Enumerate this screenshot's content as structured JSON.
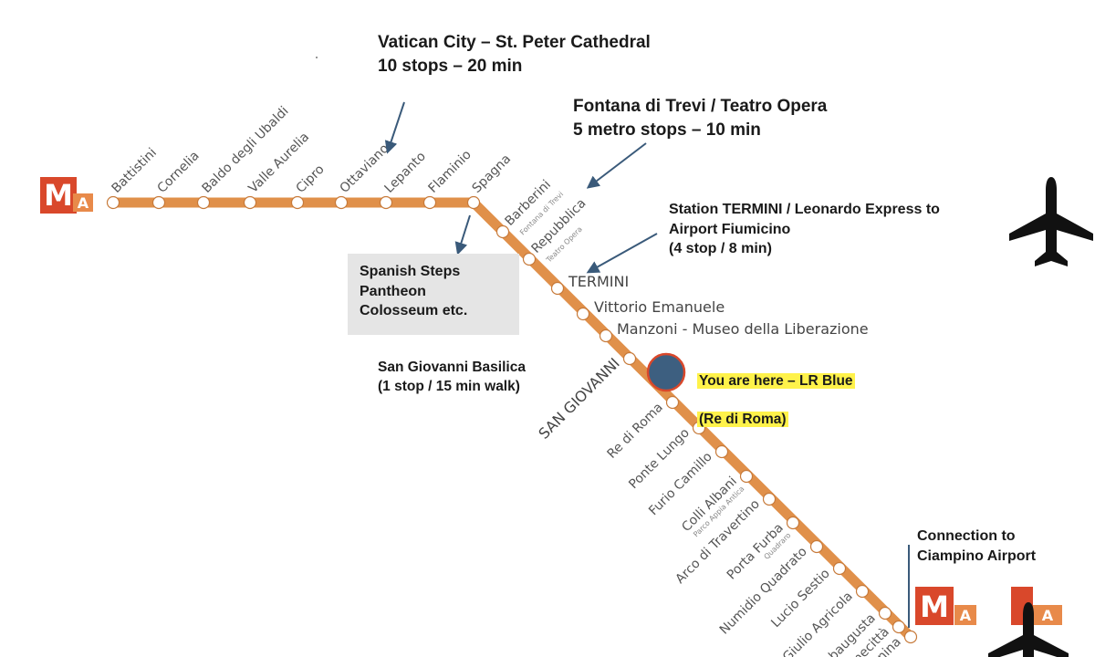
{
  "line": {
    "color": "#e0904a",
    "logo_letter": "M",
    "logo_sub": "A",
    "logo_red": "#d9482b",
    "logo_orange": "#e88a4a"
  },
  "stations_west": [
    "Battistini",
    "Cornelia",
    "Baldo degli Ubaldi",
    "Valle Aurelia",
    "Cipro",
    "Ottaviano",
    "Lepanto",
    "Flaminio",
    "Spagna"
  ],
  "stations_diag": [
    {
      "name": "Barberini",
      "sub": "Fontana di Trevi"
    },
    {
      "name": "Repubblica",
      "sub": "Teatro Opera"
    },
    {
      "name": "TERMINI",
      "sub": ""
    },
    {
      "name": "Vittorio Emanuele",
      "sub": ""
    },
    {
      "name": "Manzoni - Museo della Liberazione",
      "sub": ""
    },
    {
      "name": "SAN GIOVANNI",
      "sub": ""
    },
    {
      "name": "Re di Roma",
      "sub": ""
    },
    {
      "name": "Ponte Lungo",
      "sub": ""
    },
    {
      "name": "Furio Camillo",
      "sub": ""
    },
    {
      "name": "Colli Albani",
      "sub": "Parco Appia Antica"
    },
    {
      "name": "Arco di Travertino",
      "sub": ""
    },
    {
      "name": "Porta Furba",
      "sub": "Quadraro"
    },
    {
      "name": "Numidio Quadrato",
      "sub": ""
    },
    {
      "name": "Lucio Sestio",
      "sub": ""
    },
    {
      "name": "Giulio Agricola",
      "sub": ""
    },
    {
      "name": "Subaugusta",
      "sub": ""
    },
    {
      "name": "Cinecittà",
      "sub": ""
    },
    {
      "name": "Anagnina",
      "sub": ""
    }
  ],
  "notes": {
    "vatican": "Vatican City – St. Peter Cathedral\n10 stops – 20 min",
    "trevi": "Fontana di Trevi / Teatro Opera\n 5 metro stops – 10 min",
    "termini": "Station TERMINI / Leonardo Express to\nAirport Fiumicino\n(4 stop / 8 min)",
    "steps": "Spanish Steps\nPantheon\nColosseum etc.",
    "sangiovanni": "San Giovanni Basilica\n(1 stop / 15 min walk)",
    "here_line1": "You are here – LR Blue",
    "here_line2": "(Re di Roma)",
    "ciampino": "Connection to\nCiampino Airport"
  },
  "icons": {
    "airplane": "airplane-icon",
    "metro_logo": "metro-logo-icon",
    "you_are_here": "location-marker-icon"
  },
  "colors": {
    "highlight": "#fff24a",
    "marker": "#3d5f80",
    "marker_ring": "#d9482b",
    "arrow": "#3a5a7a"
  }
}
